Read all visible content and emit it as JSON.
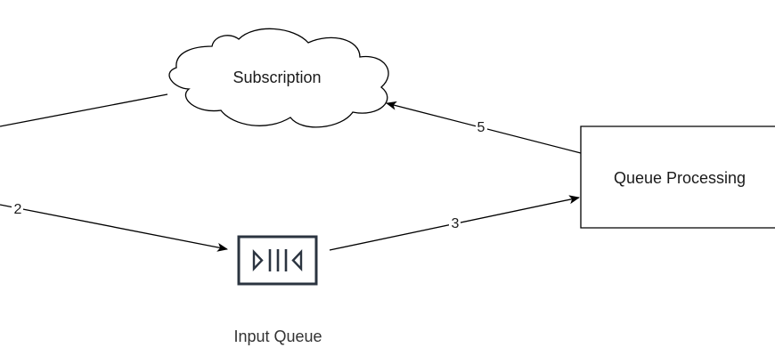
{
  "nodes": {
    "subscription": {
      "label": "Subscription"
    },
    "queue_processing": {
      "label": "Queue Processing"
    },
    "input_queue": {
      "label": "Input Queue"
    }
  },
  "edges": {
    "edge_2": {
      "label": "2"
    },
    "edge_3": {
      "label": "3"
    },
    "edge_5": {
      "label": "5"
    }
  },
  "colors": {
    "stroke": "#000000",
    "queue_icon": "#2b3440"
  },
  "icons": {
    "input_queue": "queue-icon"
  }
}
